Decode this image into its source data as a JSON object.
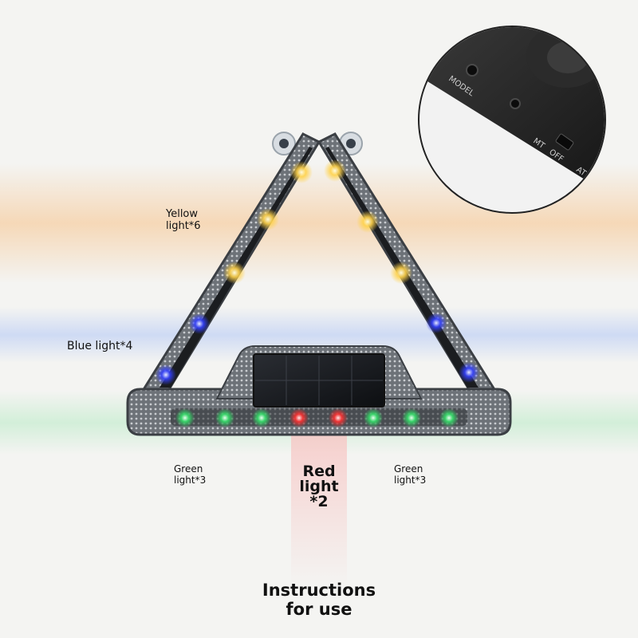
{
  "labels": {
    "yellow": "Yellow\nlight*6",
    "blue": "Blue light*4",
    "green_left": "Green\nlight*3",
    "red": "Red\nlight\n*2",
    "green_right": "Green\nlight*3"
  },
  "title": {
    "line1": "Instructions",
    "line2": "for use"
  },
  "inset": {
    "model": "MODEL",
    "switch_mt": "MT",
    "switch_off": "OFF",
    "switch_at": "AT"
  },
  "colors": {
    "yellow_led": "#ffd24a",
    "blue_led": "#3340ff",
    "green_led": "#35e06a",
    "red_led": "#ff3030",
    "yellow_band": "#f6cfa4",
    "blue_band": "#c8d6f4",
    "green_band": "#cfeed6",
    "red_band": "#f7c7c5"
  }
}
